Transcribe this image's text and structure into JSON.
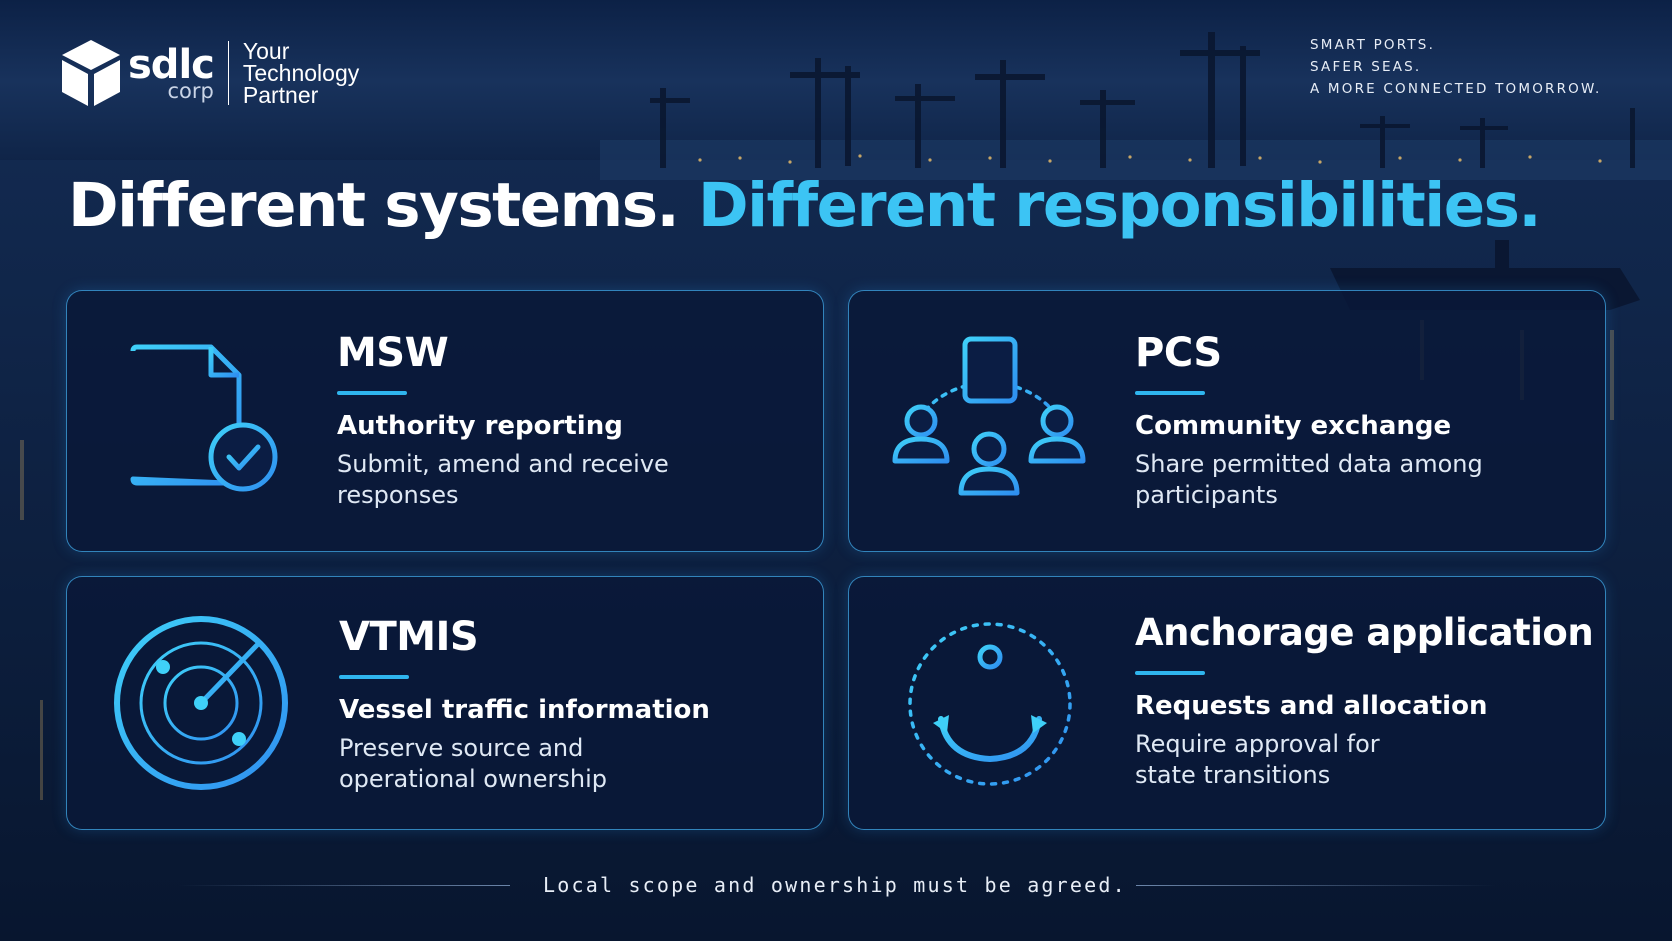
{
  "brand": {
    "logo_name": "sdlc",
    "logo_sub": "corp",
    "tagline_lines": [
      "Your",
      "Technology",
      "Partner"
    ]
  },
  "header_tagline": [
    "SMART PORTS.",
    "SAFER SEAS.",
    "A MORE CONNECTED TOMORROW."
  ],
  "headline": {
    "white_part": "Different systems.",
    "blue_part": "Different responsibilities."
  },
  "cards": [
    {
      "title": "MSW",
      "subtitle": "Authority reporting",
      "description_lines": [
        "Submit, amend and receive",
        "responses"
      ],
      "icon": "document-check-icon"
    },
    {
      "title": "PCS",
      "subtitle": "Community exchange",
      "description_lines": [
        "Share permitted data among",
        "participants"
      ],
      "icon": "community-network-icon"
    },
    {
      "title": "VTMIS",
      "subtitle": "Vessel traffic information",
      "description_lines": [
        "Preserve source and",
        "operational ownership"
      ],
      "icon": "radar-icon"
    },
    {
      "title": "Anchorage application",
      "subtitle": "Requests and allocation",
      "description_lines": [
        "Require approval for",
        "state transitions"
      ],
      "icon": "anchor-icon"
    }
  ],
  "footer_note": "Local scope and ownership must be agreed.",
  "colors": {
    "accent_blue": "#3cc4f4",
    "card_border": "#40a8e8",
    "background_navy": "#0b1f40"
  }
}
